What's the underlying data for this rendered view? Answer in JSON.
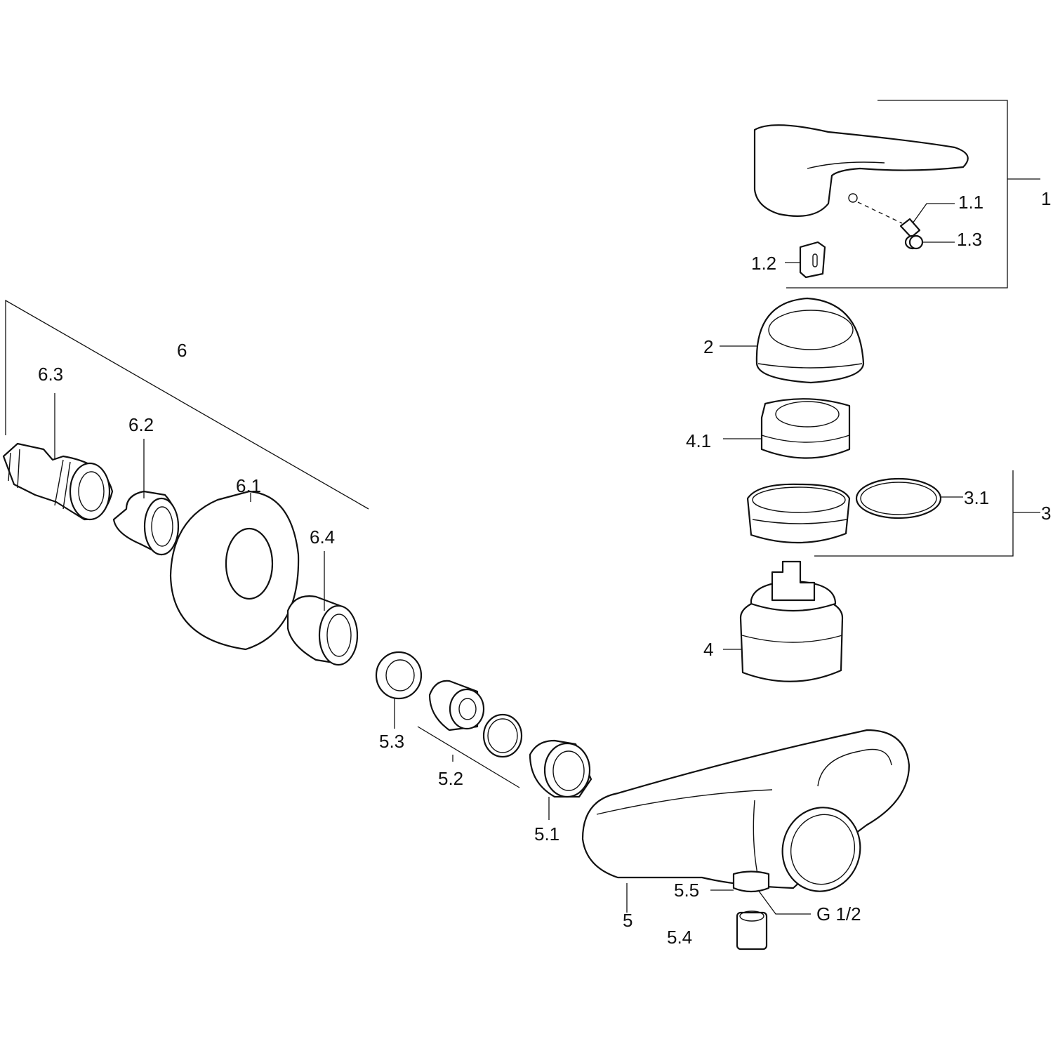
{
  "diagram": {
    "type": "exploded parts diagram",
    "labels": {
      "p1": "1",
      "p1_1": "1.1",
      "p1_2": "1.2",
      "p1_3": "1.3",
      "p2": "2",
      "p3": "3",
      "p3_1": "3.1",
      "p4": "4",
      "p4_1": "4.1",
      "p5": "5",
      "p5_1": "5.1",
      "p5_2": "5.2",
      "p5_3": "5.3",
      "p5_4": "5.4",
      "p5_5": "5.5",
      "p6": "6",
      "p6_1": "6.1",
      "p6_2": "6.2",
      "p6_3": "6.3",
      "p6_4": "6.4",
      "thread": "G 1/2"
    }
  }
}
